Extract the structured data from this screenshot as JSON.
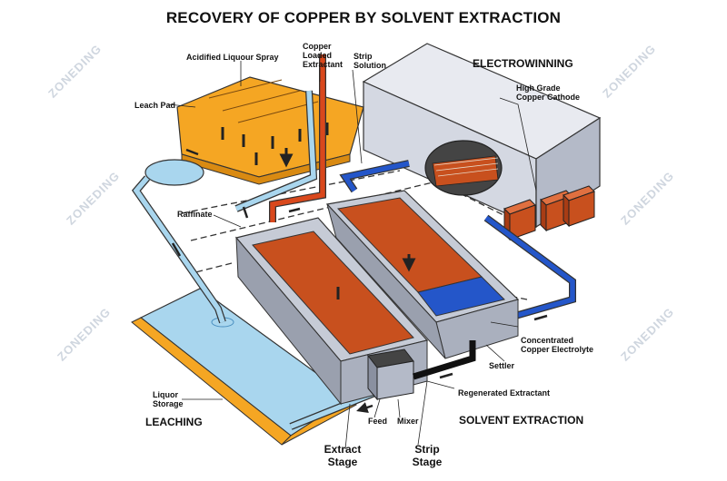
{
  "title": "RECOVERY OF COPPER BY SOLVENT EXTRACTION",
  "labels": {
    "acidified_spray": "Acidified Liquour Spray",
    "copper_loaded_1": "Copper",
    "copper_loaded_2": "Loaded",
    "copper_loaded_3": "Extractant",
    "strip_solution_1": "Strip",
    "strip_solution_2": "Solution",
    "electrowinning": "ELECTROWINNING",
    "cathode_1": "High Grade",
    "cathode_2": "Copper Cathode",
    "leach_pad": "Leach Pad",
    "raffinate": "Raffinate",
    "concentrated_1": "Concentrated",
    "concentrated_2": "Copper Electrolyte",
    "settler": "Settler",
    "regenerated": "Regenerated Extractant",
    "liquor_storage_1": "Liquor",
    "liquor_storage_2": "Storage",
    "leaching": "LEACHING",
    "feed": "Feed",
    "mixer": "Mixer",
    "solvent_extraction": "SOLVENT EXTRACTION",
    "extract_stage_1": "Extract",
    "extract_stage_2": "Stage",
    "strip_stage_1": "Strip",
    "strip_stage_2": "Stage"
  },
  "watermark": "ZONEDING",
  "colors": {
    "leach_pad": "#f5a623",
    "copper": "#c8501e",
    "blue_pipe": "#2456c9",
    "red_pipe": "#d9481c",
    "light_blue": "#a9d6ee",
    "tank_grey": "#c6cbd6",
    "black_pipe": "#111111"
  }
}
